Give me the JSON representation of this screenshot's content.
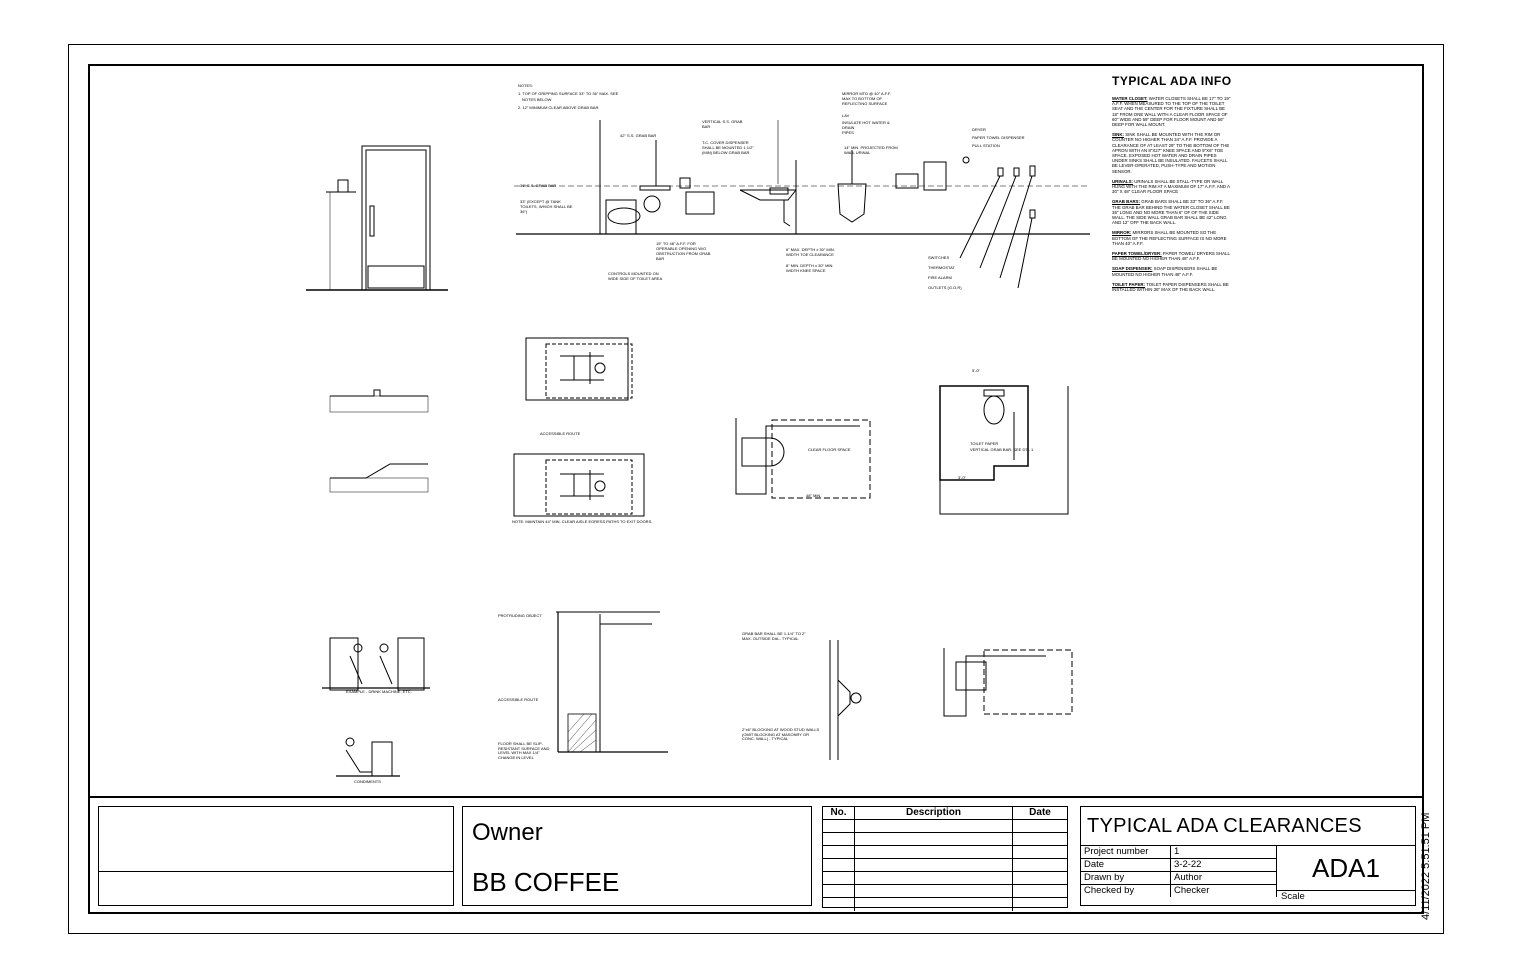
{
  "sheet": {
    "stamp": "4/11/2022 5:51:51 PM"
  },
  "ada_info": {
    "title": "TYPICAL ADA INFO",
    "sections": [
      {
        "head": "WATER CLOSET:",
        "text": "WATER CLOSETS SHALL BE 17\" TO 19\" A.F.F. WHEN MEASURED TO THE TOP OF THE TOILET SEAT AND THE CENTER FOR THE FIXTURE SHALL BE 18\" FROM ONE WALL WITH A CLEAR FLOOR SPACE OF 60\" WIDE AND 59\" DEEP FOR FLOOR MOUNT AND 56\" DEEP FOR WALL MOUNT."
      },
      {
        "head": "SINK:",
        "text": "SINK SHALL BE MOUNTED WITH THE RIM OR COUNTER NO HIGHER THAN 34\" A.F.F. PROVIDE A CLEARANCE OF AT LEAST 29\" TO THE BOTTOM OF THE APRON WITH AN 8\"X27\" KNEE SPACE AND 9\"X6\" TOE SPACE. EXPOSED HOT WATER AND DRAIN PIPES UNDER SINKS SHALL BE INSULATED. FAUCETS SHALL BE LEVER-OPERATED, PUSH-TYPE AND MOTION SENSOR."
      },
      {
        "head": "URINALS:",
        "text": "URINALS SHALL BE STALL-TYPE OR WALL HUNG WITH THE RIM AT A MAXIMUM OF 17\" A.F.F. AND A 30\" X 48\" CLEAR FLOOR SPACE"
      },
      {
        "head": "GRAB BARS:",
        "text": "GRAB BARS SHALL BE 33\" TO 36\" A.F.F. THE GRAB BAR BEHIND THE WATER CLOSET SHALL BE 36\" LONG AND NO MORE THAN 6\" OF OF THE SIDE WALL. THE SIDE WALL GRAB BAR SHALL BE 42\" LONG AND 12\" OFF THE BACK WALL."
      },
      {
        "head": "MIRROR:",
        "text": "MIRRORS SHALL BE MOUNTED SO THE BOTTOM OF THE REFLECTING SURFACE IS NO MORE THAN 40\" A.F.F."
      },
      {
        "head": "PAPER TOWEL/DRYER:",
        "text": "PAPER TOWEL/ DRYERS SHALL BE MOUNTED NO HIGHER THAN 48\" A.F.F."
      },
      {
        "head": "SOAP DISPENSER:",
        "text": "SOAP DISPENSERS SHALL BE MOUNTED NO HIGHER THAN 48\" A.F.F."
      },
      {
        "head": "TOILET PAPER:",
        "text": "TOILET PAPER DISPENSERS SHALL BE INSTALLED WITHIN 36\" MAX OF THE BACK WALL."
      }
    ]
  },
  "notes": {
    "title": "NOTES:",
    "line1": "1. TOP OF GRIPPING SURFACE 33\" TO 36\" MAX. SEE",
    "line1b": "NOTES BELOW",
    "line2": "2. 12\" MINIMUM CLEAR ABOVE GRAB BAR."
  },
  "elev_labels": {
    "mirror": "MIRROR MTD @ 40\" A.F.F.",
    "mirror2": "MAX TO BOTTOM OF",
    "mirror3": "REFLECTING SURFACE",
    "lav": "LAV",
    "insulate": "INSULATE HOT WATER &",
    "insulate2": "DRAIN",
    "insulate3": "PIPES",
    "dryer": "DRYER",
    "paper_towel": "PAPER TOWEL DISPENSER",
    "pull_station": "PULL STATION",
    "grab42": "42\" S.S. GRAB BAR",
    "grab36": "36\" S.S. GRAB BAR",
    "vertical": "VERTICAL S.S. GRAB",
    "vertical2": "BAR",
    "tc_cover": "T.C. COVER DISPENSER",
    "tc_cover2": "SHALL BE MOUNTED 1 1/2\"",
    "tc_cover3": "(MIN) BELOW GRAB BAR.",
    "controls": "CONTROLS MOUNTED ON",
    "controls2": "WIDE SIDE OF TOILET AREA",
    "operable": "15\" TO 48\" A.F.F. FOR",
    "operable2": "OPERABLE OPENING W/O",
    "operable3": "OBSTRUCTION FROM GRAB",
    "operable4": "BAR",
    "toe": "6\" MAX. DEPTH x 30\" MIN.",
    "toe2": "WIDTH TOE CLEARANCE",
    "knee": "8\" MIN. DEPTH x 30\" MIN.",
    "knee2": "WIDTH KNEE SPACE",
    "urinal_proj": "14\" MIN. PROJECTED FROM",
    "urinal_proj2": "WALL URINAL",
    "switches": "SWITCHES",
    "thermostat": "THERMOSTAT",
    "fire_alarm": "FIRE ALARM",
    "outlets": "OUTLETS (G.O.R)",
    "except": "33\" (EXCEPT @ TANK",
    "except2": "TOILETS, WHICH SHALL BE",
    "except3": "36\")"
  },
  "plan_labels": {
    "accessible_route": "ACCESSIBLE ROUTE",
    "note44": "NOTE: MAINTAIN 44\" MIN. CLEAR AISLE EGRESS PATHS TO EXIT DOORS.",
    "clear_floor": "CLEAR FLOOR SPACE",
    "dim48": "48\" MIN.",
    "toilet_paper": "TOILET PAPER",
    "vertical_grab": "VERTICAL GRAB BAR. SEE DTL 1",
    "dim5": "5'-0\"",
    "dim3": "3'-0\"",
    "example": "EXAMPLE - DRINK MACHINE, ETC.",
    "condiments": "CONDIMENTS",
    "protruding": "PROTRUDING OBJECT",
    "accessible_route2": "ACCESSIBLE ROUTE",
    "floor_slip": "FLOOR SHALL BE SLIP-RESISTANT SURFACE AND LEVEL WITH MAX 1/4\" CHANGE IN LEVEL",
    "grab_bar_detail": "GRAB BAR SHALL BE 1-1/4\" TO 2\" MAX. OUTSIDE DIA.- TYPICAL",
    "blocking": "2\"x6\" BLOCKING AT WOOD STUD WALLS (OMIT BLOCKING AT MASONRY OR CONC. WALL) - TYPICAL"
  },
  "title_block": {
    "owner_label": "Owner",
    "owner_name": "BB COFFEE",
    "rev_headers": {
      "no": "No.",
      "desc": "Description",
      "date": "Date"
    },
    "sheet_title": "TYPICAL ADA CLEARANCES",
    "project_info": [
      {
        "key": "Project number",
        "value": "1"
      },
      {
        "key": "Date",
        "value": "3-2-22"
      },
      {
        "key": "Drawn by",
        "value": "Author"
      },
      {
        "key": "Checked by",
        "value": "Checker"
      }
    ],
    "sheet_number": "ADA1",
    "scale_label": "Scale"
  }
}
